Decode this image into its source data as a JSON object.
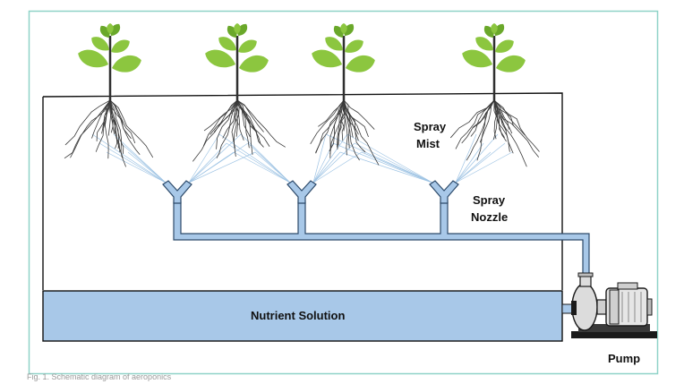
{
  "labels": {
    "spray_mist_line1": "Spray",
    "spray_mist_line2": "Mist",
    "spray_nozzle_line1": "Spray",
    "spray_nozzle_line2": "Nozzle",
    "nutrient_solution": "Nutrient Solution",
    "pump": "Pump"
  },
  "caption": "Fig. 1. Schematic diagram of aeroponics",
  "colors": {
    "frame_border": "#8fd3c8",
    "leaf": "#8cc63f",
    "leaf_dark": "#6aa82a",
    "stem": "#2f2f2f",
    "root": "#3a3a3a",
    "pipe_fill": "#a8c8e8",
    "pipe_stroke": "#2d4a6a",
    "solution_fill": "#a8c8e8",
    "mist": "#9fc4e4",
    "pump_body": "#dcdcdc",
    "pump_stroke": "#1a1a1a"
  },
  "icons": {
    "plants": [
      "plant-icon",
      "plant-icon",
      "plant-icon",
      "plant-icon"
    ],
    "pump": "pump-icon"
  }
}
